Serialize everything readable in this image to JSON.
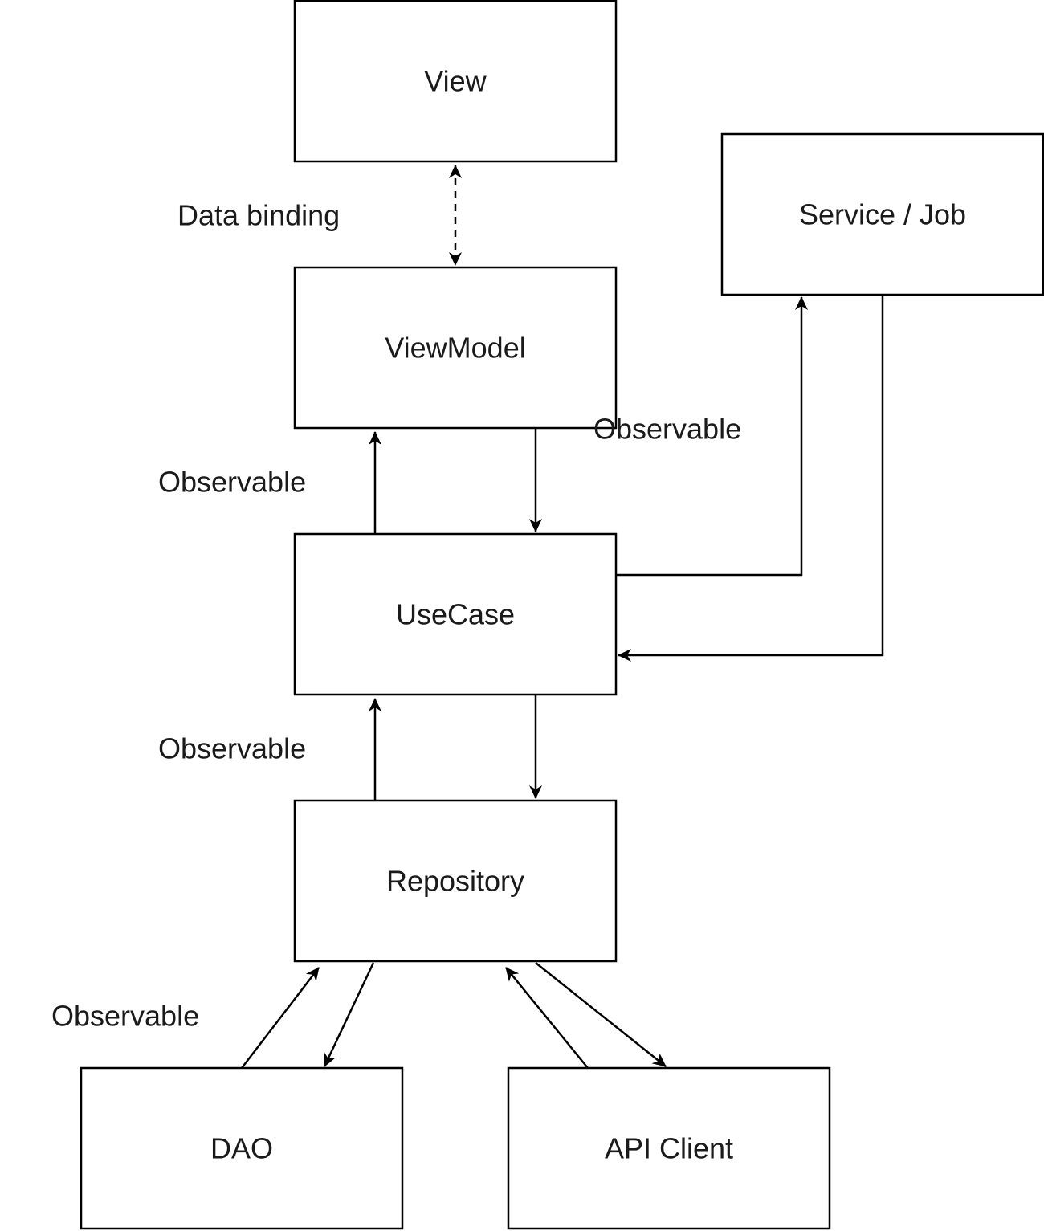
{
  "nodes": {
    "view": "View",
    "viewmodel": "ViewModel",
    "service_job": "Service / Job",
    "usecase": "UseCase",
    "repository": "Repository",
    "dao": "DAO",
    "api_client": "API Client"
  },
  "edge_labels": {
    "view_viewmodel": "Data binding",
    "usecase_to_viewmodel": "Observable",
    "viewmodel_to_service": "Observable",
    "repository_to_usecase": "Observable",
    "dao_to_repository": "Observable"
  },
  "colors": {
    "stroke": "#000000",
    "text": "#1a1a1a",
    "background": "#ffffff"
  }
}
